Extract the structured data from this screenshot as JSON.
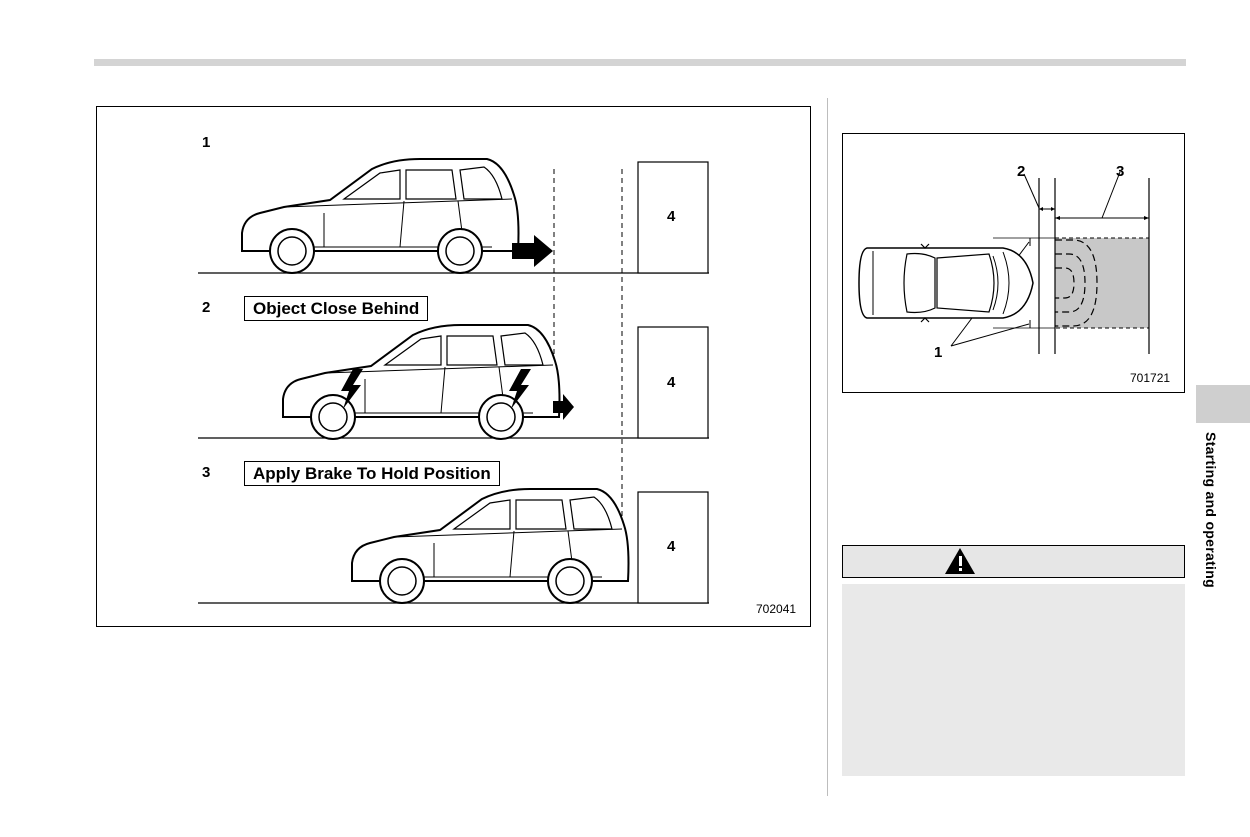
{
  "left_figure": {
    "step1_number": "1",
    "step2_number": "2",
    "step3_number": "3",
    "step2_label": "Object Close Behind",
    "step3_label": "Apply Brake To Hold Position",
    "object_label": "4",
    "figure_code": "702041"
  },
  "right_figure": {
    "label_1": "1",
    "label_2": "2",
    "label_3": "3",
    "figure_code": "701721"
  },
  "warning": {
    "icon": "warning-triangle-icon"
  },
  "side_tab": {
    "text": "Starting and operating"
  },
  "colors": {
    "rule": "#d4d4d4",
    "detection_area": "#c8c8c8",
    "warning_body": "#e9e9e9",
    "side_tab": "#cfcfcf"
  }
}
